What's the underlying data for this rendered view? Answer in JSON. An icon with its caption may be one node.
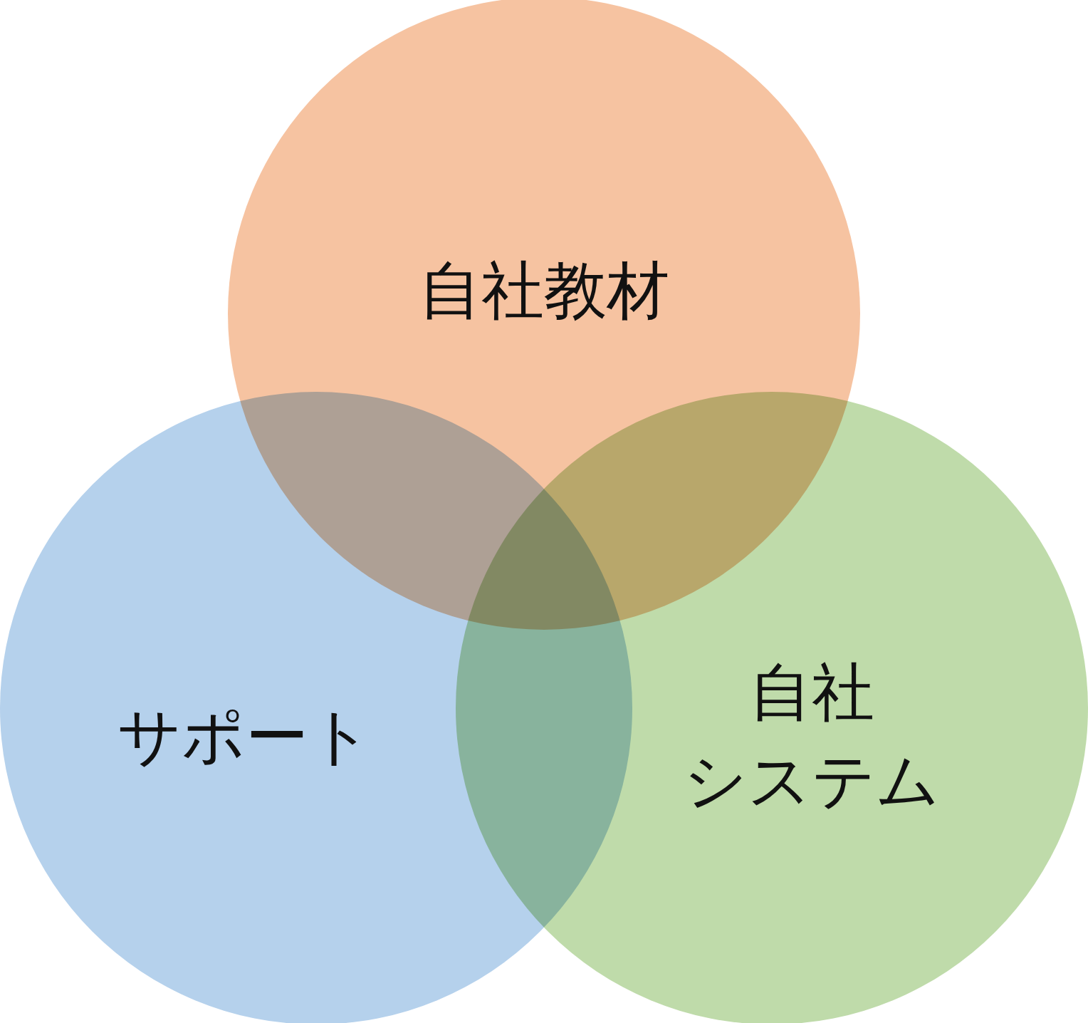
{
  "diagram": {
    "nodes": [
      {
        "text": [
          "自社教材"
        ]
      },
      {
        "text": [
          "サポート"
        ]
      },
      {
        "text": [
          "自社システム"
        ]
      }
    ]
  }
}
